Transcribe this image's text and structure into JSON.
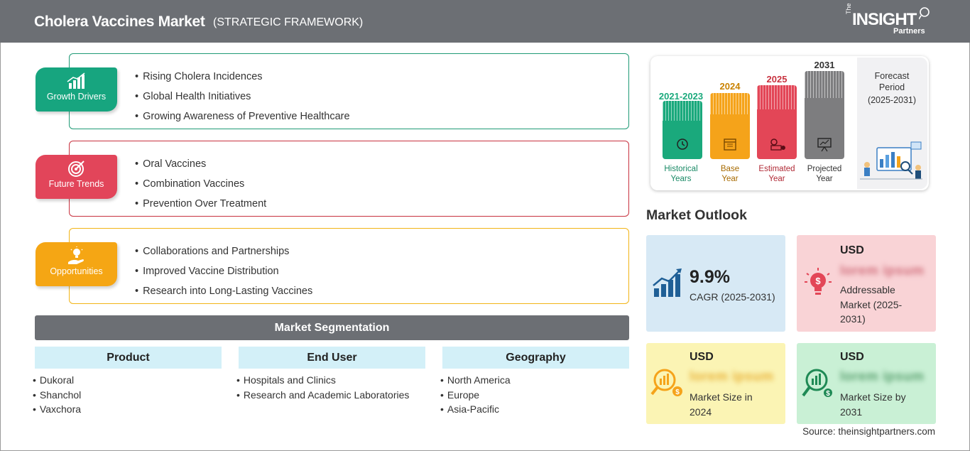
{
  "header": {
    "title": "Cholera Vaccines Market",
    "subtitle": "(STRATEGIC FRAMEWORK)",
    "logo_the": "The",
    "logo_insight": "INSIGHT",
    "logo_partners": "Partners"
  },
  "framework": {
    "growth_drivers": {
      "label": "Growth Drivers",
      "items": [
        "Rising Cholera Incidences",
        "Global Health Initiatives",
        "Growing Awareness of Preventive Healthcare"
      ]
    },
    "future_trends": {
      "label": "Future Trends",
      "items": [
        "Oral Vaccines",
        "Combination Vaccines",
        "Prevention Over Treatment"
      ]
    },
    "opportunities": {
      "label": "Opportunities",
      "items": [
        "Collaborations and Partnerships",
        "Improved Vaccine Distribution",
        "Research into Long-Lasting Vaccines"
      ]
    }
  },
  "segmentation": {
    "title": "Market Segmentation",
    "columns": [
      {
        "heading": "Product",
        "items": [
          "Dukoral",
          "Shanchol",
          "Vaxchora"
        ]
      },
      {
        "heading": "End User",
        "items": [
          "Hospitals and Clinics",
          "Research and Academic Laboratories"
        ]
      },
      {
        "heading": "Geography",
        "items": [
          "North America",
          "Europe",
          "Asia-Pacific"
        ]
      }
    ]
  },
  "timeline": {
    "periods": [
      {
        "year": "2021-2023",
        "label_1": "Historical",
        "label_2": "Years",
        "color": "#1aa97c"
      },
      {
        "year": "2024",
        "label_1": "Base",
        "label_2": "Year",
        "color": "#f5a31a"
      },
      {
        "year": "2025",
        "label_1": "Estimated",
        "label_2": "Year",
        "color": "#e34657"
      },
      {
        "year": "2031",
        "label_1": "Projected",
        "label_2": "Year",
        "color": "#7d7d7f"
      }
    ],
    "forecast_line1": "Forecast",
    "forecast_line2": "Period",
    "forecast_range": "(2025-2031)"
  },
  "outlook": {
    "title": "Market Outlook",
    "cagr_value": "9.9%",
    "cagr_label": "CAGR (2025-2031)",
    "addressable_usd": "USD",
    "addressable_value": "lorem ipsum",
    "addressable_label_1": "Addressable",
    "addressable_label_2": "Market (2025-",
    "addressable_label_3": "2031)",
    "size2024_usd": "USD",
    "size2024_value": "lorem ipsum",
    "size2024_label_1": "Market Size in",
    "size2024_label_2": "2024",
    "size2031_usd": "USD",
    "size2031_value": "lorem ipsum",
    "size2031_label_1": "Market Size by",
    "size2031_label_2": "2031"
  },
  "source": "Source: theinsightpartners.com"
}
